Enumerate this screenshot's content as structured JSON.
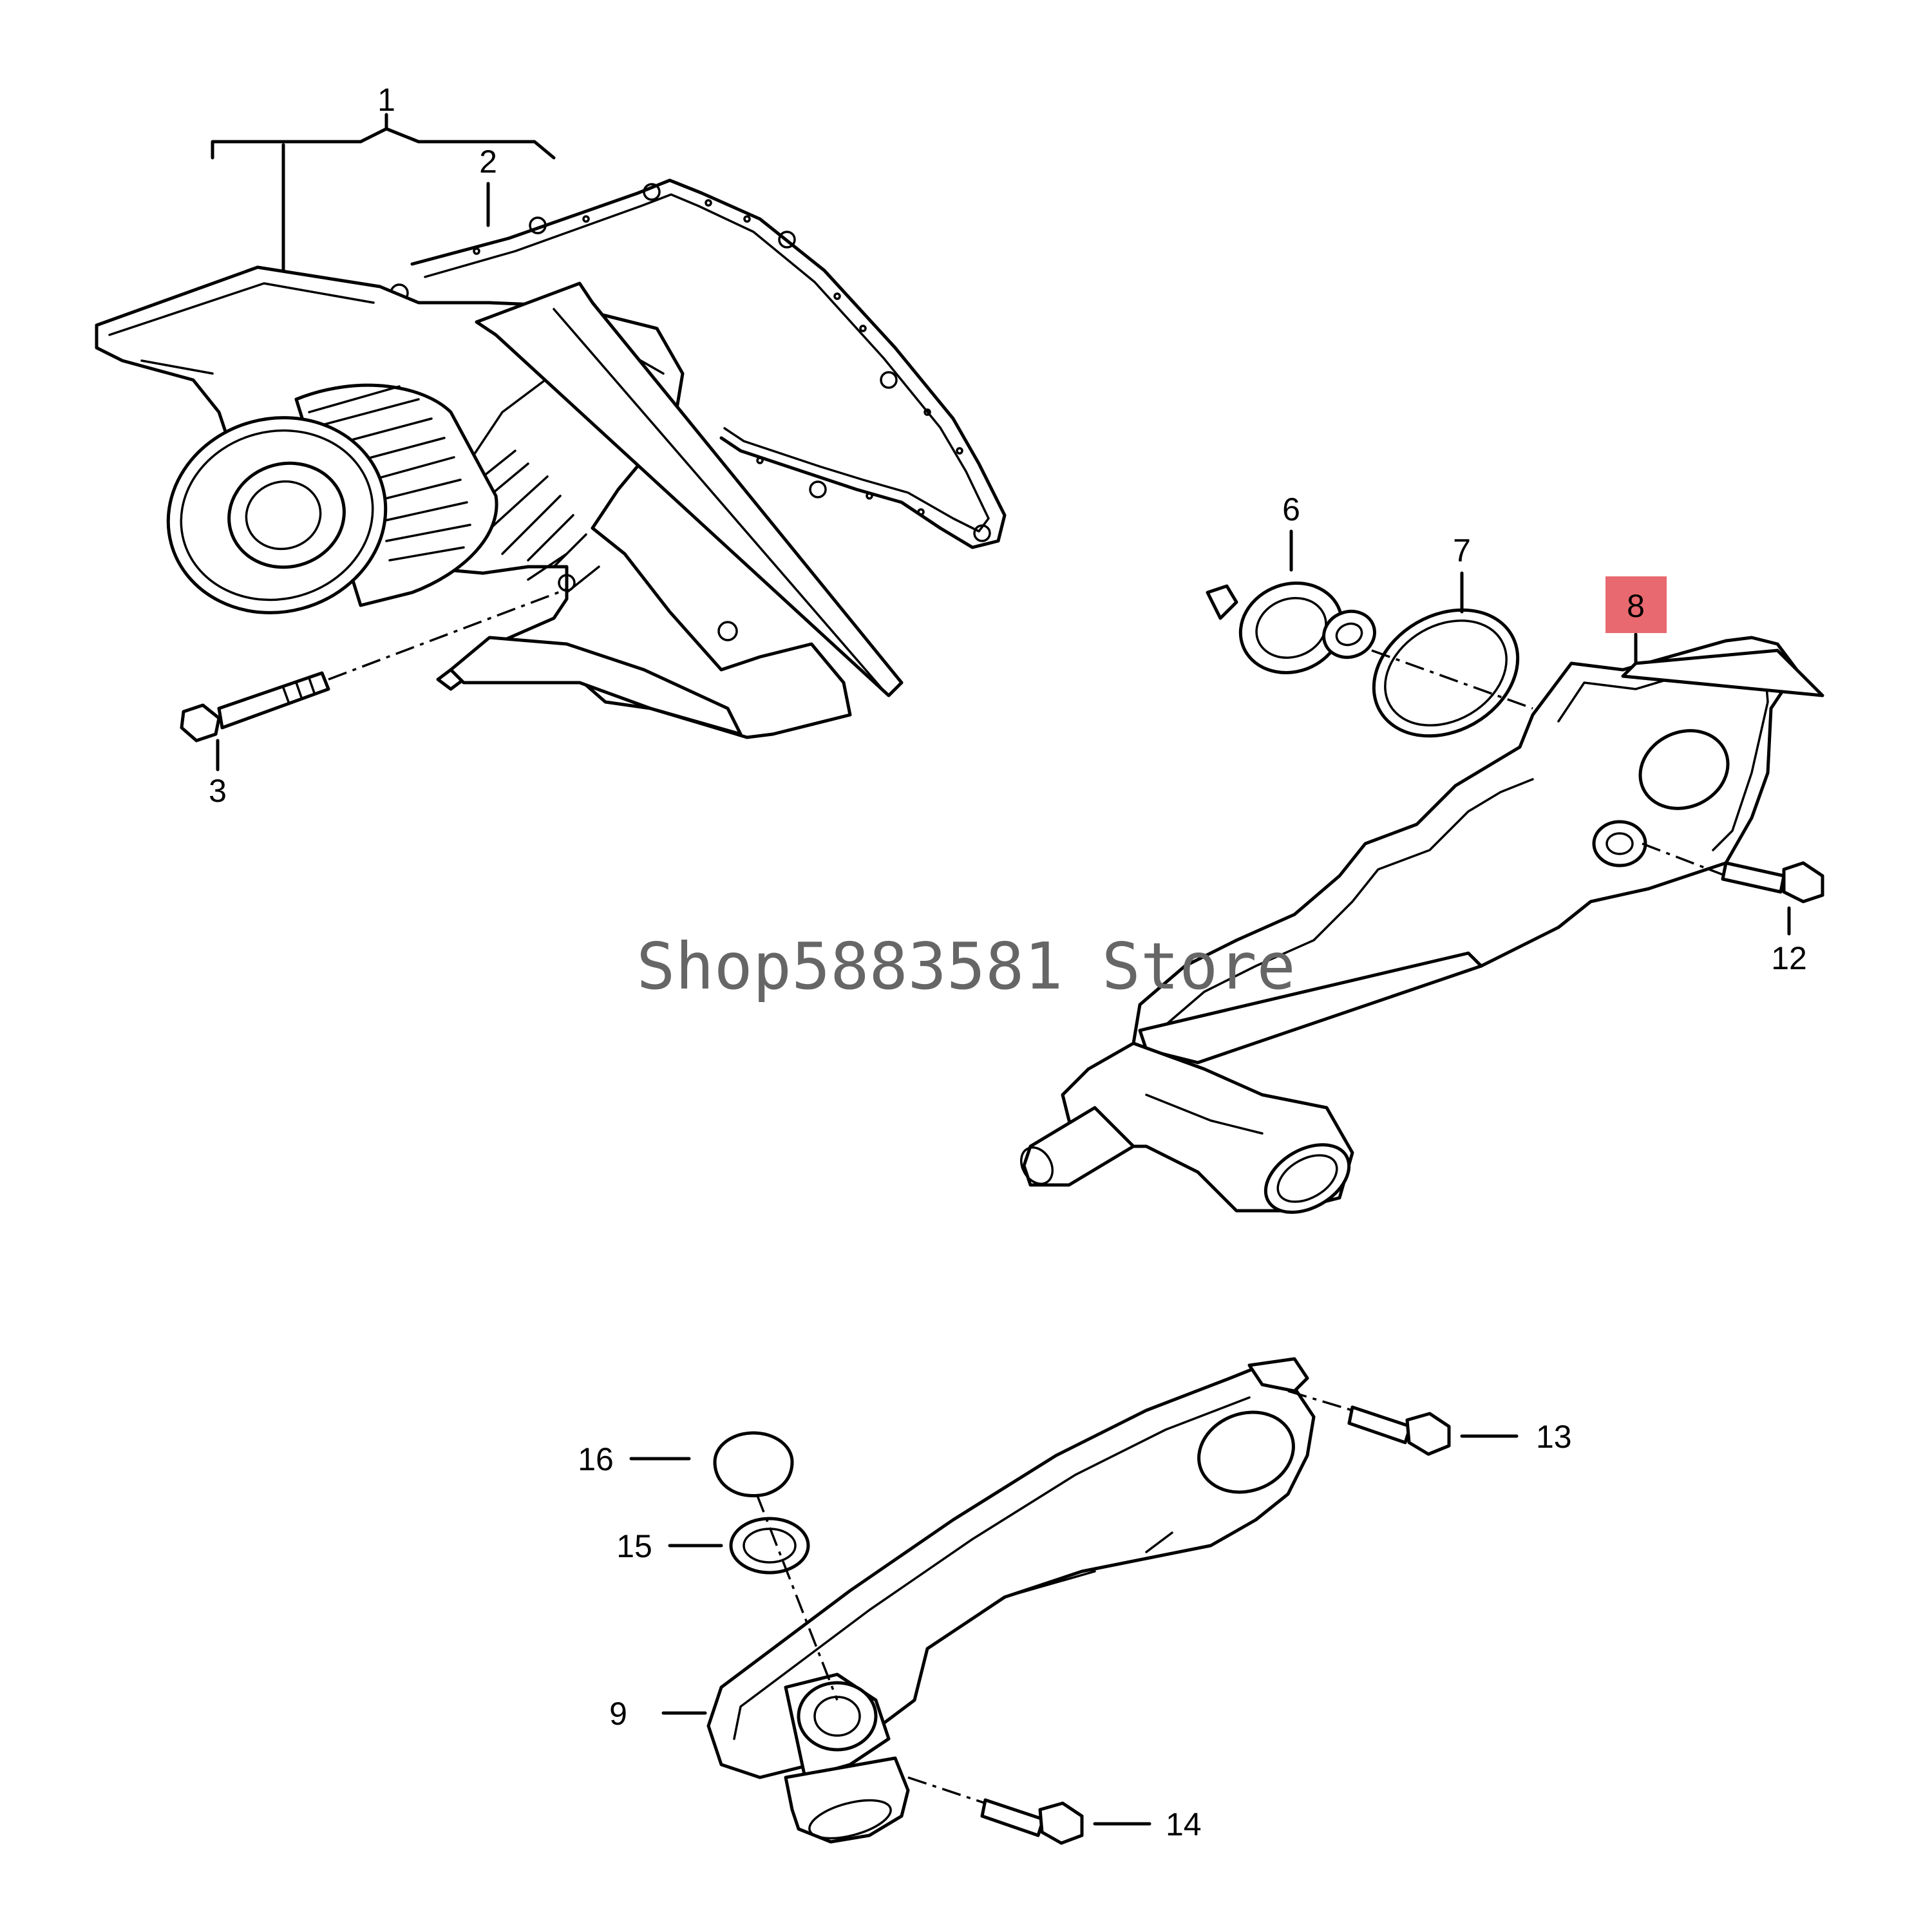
{
  "watermark": "Shop5883581  Store",
  "highlight_color": "#e8696f",
  "callouts": [
    {
      "id": "1",
      "label": "1"
    },
    {
      "id": "2",
      "label": "2"
    },
    {
      "id": "3",
      "label": "3"
    },
    {
      "id": "6",
      "label": "6"
    },
    {
      "id": "7",
      "label": "7"
    },
    {
      "id": "8",
      "label": "8",
      "highlighted": true
    },
    {
      "id": "9",
      "label": "9"
    },
    {
      "id": "12",
      "label": "12"
    },
    {
      "id": "13",
      "label": "13"
    },
    {
      "id": "14",
      "label": "14"
    },
    {
      "id": "15",
      "label": "15"
    },
    {
      "id": "16",
      "label": "16"
    }
  ]
}
